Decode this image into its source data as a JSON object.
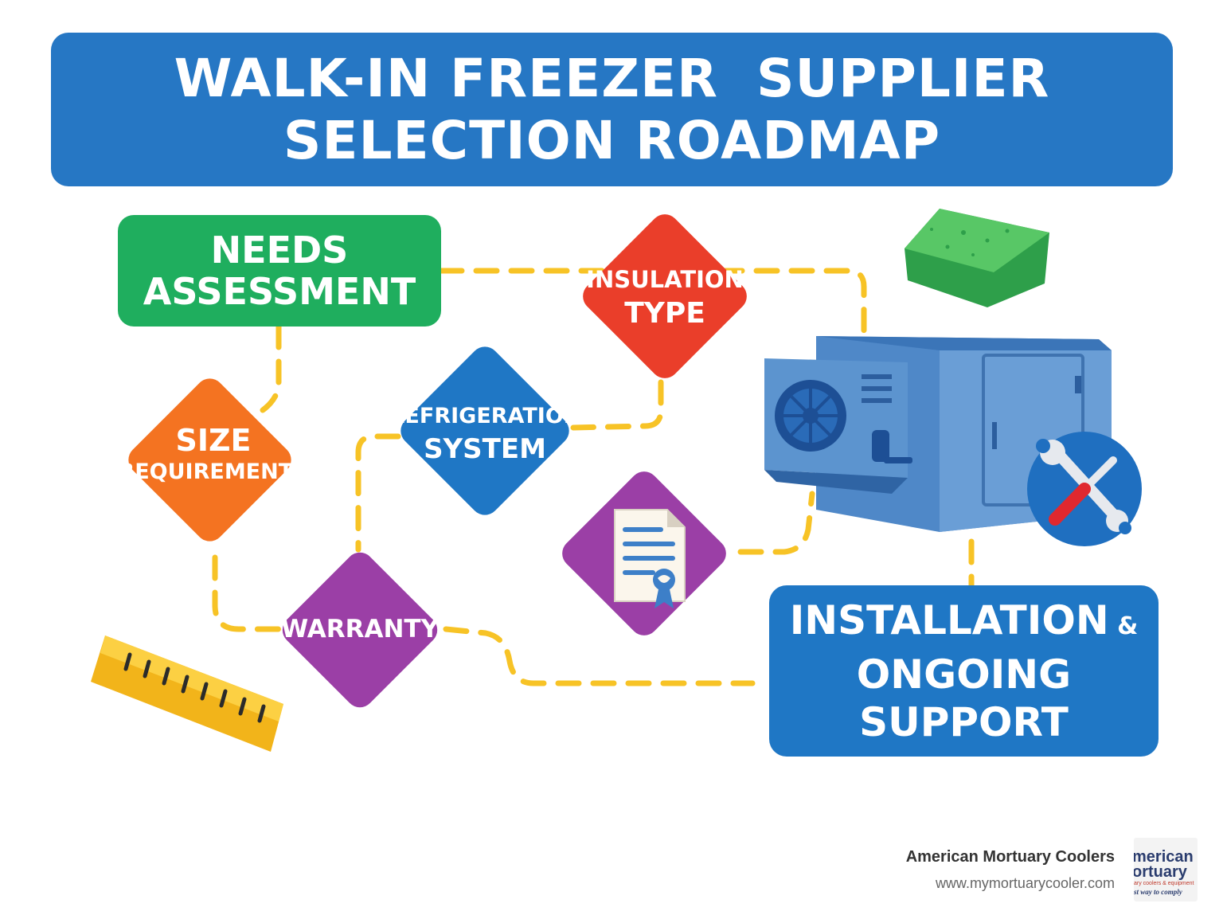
{
  "title": {
    "line1": "WALK-IN FREEZER  SUPPLIER",
    "line2": "SELECTION ROADMAP"
  },
  "steps": {
    "needs": {
      "line1": "NEEDS",
      "line2": "ASSESSMENT"
    },
    "size": {
      "line1": "SIZE",
      "line2": "REQUIREMENTS"
    },
    "insulation": {
      "line1": "INSULATION",
      "line2": "TYPE"
    },
    "refrigeration": {
      "line1": "REFRIGERATION",
      "line2": "SYSTEM"
    },
    "warranty": {
      "label": "WARRANTY"
    },
    "installation": {
      "line1": "INSTALLATION",
      "amp": " &",
      "line2": "ONGOING",
      "line3": "SUPPORT"
    }
  },
  "colors": {
    "title_blue": "#2677c4",
    "green": "#1fae5e",
    "orange": "#f47321",
    "red": "#ea3e2a",
    "blue": "#1f77c5",
    "purple": "#9b3fa6",
    "path_yellow": "#f7c326"
  },
  "icons": [
    "tape-measure-icon",
    "insulation-foam-icon",
    "certificate-document-icon",
    "freezer-unit-icon",
    "tools-icon"
  ],
  "footer": {
    "company": "American Mortuary Coolers",
    "url": "www.mymortuarycooler.com",
    "logo_line1": "merican",
    "logo_line2": "ortuary",
    "logo_line3": "ary coolers & equipment",
    "logo_line4": "st way to comply"
  }
}
